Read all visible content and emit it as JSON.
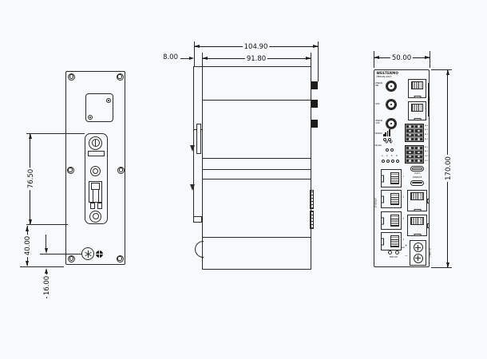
{
  "colors": {
    "background": "#f8f9fa",
    "line": "#2b2b2b",
    "ink": "#111111"
  },
  "dimensions": {
    "total_depth": "104.90",
    "body_depth": "91.80",
    "clip_offset": "8.00",
    "front_width": "50.00",
    "front_height": "170.00",
    "clip_length": "76.50",
    "ground_screw_offset": "40.00",
    "bottom_offset": "16.00"
  },
  "front_panel": {
    "logo_line1": "WESTERMO",
    "logo_line2": "MERLIN-4407",
    "antenna_ports": [
      {
        "line1": "WWAN",
        "line2": "PRI"
      },
      {
        "line1": "GPS",
        "line2": ""
      },
      {
        "line1": "WWAN",
        "line2": "AUX"
      }
    ],
    "status": {
      "wwan_label": "WWAN",
      "wlan_label": "WLAN",
      "antenna_glyphs": "ΨΨ",
      "led_letters": [
        "A",
        "S",
        "E",
        "R"
      ]
    },
    "serial_label": "SERIAL",
    "io_block1_labels": [
      "IN 4",
      "IN 3",
      "IN 2",
      "IN 1"
    ],
    "io_block2_labels": [
      "IN 6",
      "IN 5",
      "OUT 2",
      "OUT 1"
    ],
    "usb_host_label": "HOST",
    "usb_console_label": "CONSOLE",
    "ethernet_label": "ETHERNET",
    "eth_port_numbers": [
      "1",
      "2",
      "3",
      "4"
    ],
    "power_plus": "+",
    "power_minus": "−",
    "power_label": "DC INPUT",
    "led_bottom_label": "PWR CPU",
    "bat_label": "BAT"
  }
}
